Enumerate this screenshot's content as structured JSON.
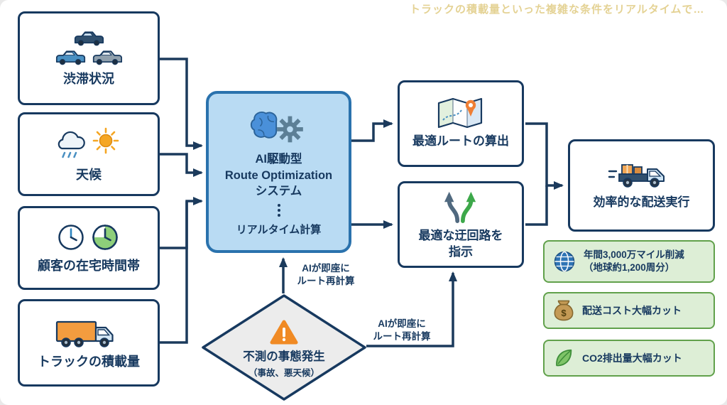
{
  "watermarks": {
    "top_right": "トラックの積載量といった複雑な条件をリアルタイムで…"
  },
  "inputs": [
    {
      "label": "渋滞状況",
      "icon": "traffic-cars-icon"
    },
    {
      "label": "天候",
      "icon": "weather-icon"
    },
    {
      "label": "顧客の在宅時間帯",
      "icon": "clocks-icon"
    },
    {
      "label": "トラックの積載量",
      "icon": "cargo-truck-icon"
    }
  ],
  "core": {
    "title_line1": "AI駆動型",
    "title_line2": "Route Optimization",
    "title_line3": "システム",
    "subtitle": "リアルタイム計算",
    "icon": "brain-gear-icon"
  },
  "outputs": [
    {
      "line1": "最適ルートの算出",
      "line2": "",
      "icon": "route-map-icon"
    },
    {
      "line1": "最適な迂回路を",
      "line2": "指示",
      "icon": "fork-arrows-icon"
    }
  ],
  "result": {
    "label": "効率的な配送実行",
    "icon": "delivery-truck-icon"
  },
  "incident": {
    "title": "不測の事態発生",
    "subtitle": "（事故、悪天候）",
    "icon": "warning-icon"
  },
  "recalc_top": {
    "line1": "AIが即座に",
    "line2": "ルート再計算"
  },
  "recalc_right": {
    "line1": "AIが即座に",
    "line2": "ルート再計算"
  },
  "benefits": [
    {
      "line1": "年間3,000万マイル削減",
      "line2": "（地球約1,200周分）",
      "icon": "globe-icon"
    },
    {
      "line1": "配送コスト大幅カット",
      "line2": "",
      "icon": "money-bag-icon"
    },
    {
      "line1": "CO2排出量大幅カット",
      "line2": "",
      "icon": "leaf-icon"
    }
  ],
  "colors": {
    "navy": "#17395f",
    "core_fill": "#b9dbf3",
    "core_border": "#2a72ad",
    "benefit_fill": "#ddeed6",
    "benefit_border": "#61a14b",
    "orange": "#f39c3f",
    "green_arrow": "#3da84a"
  }
}
